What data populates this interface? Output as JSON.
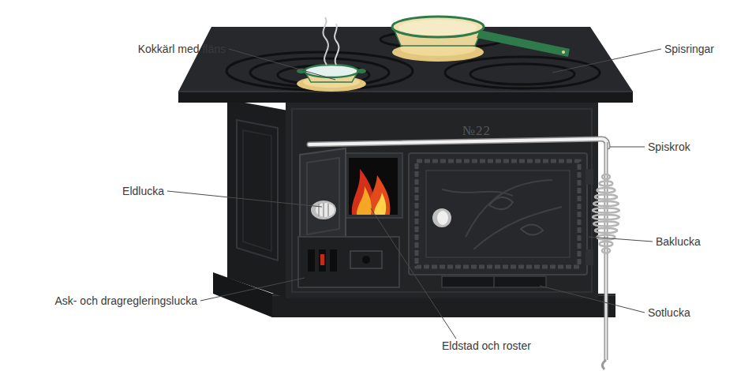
{
  "diagram": {
    "labels": [
      "Kokkärl med fläns",
      "Spisringar",
      "№22",
      "Spiskrok",
      "Eldlucka",
      "Baklucka",
      "Ask- och dragregleringslucka",
      "Sotlucka",
      "Eldstad och roster"
    ]
  }
}
